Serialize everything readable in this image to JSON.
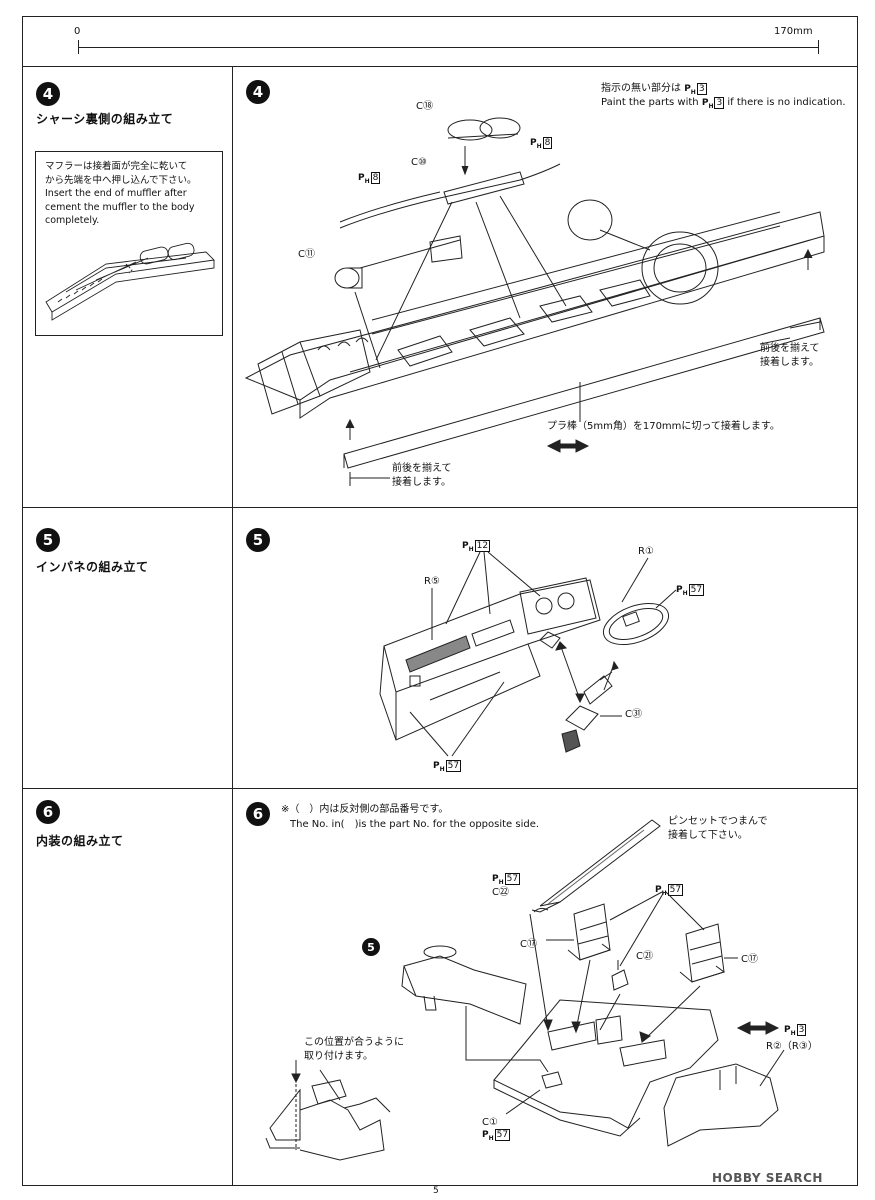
{
  "ruler": {
    "start": "0",
    "end": "170mm"
  },
  "steps": [
    {
      "num": "4",
      "title": "シャーシ裏側の組み立て"
    },
    {
      "num": "5",
      "title": "インパネの組み立て"
    },
    {
      "num": "6",
      "title": "内装の組み立て"
    }
  ],
  "note_box": {
    "jp_line1": "マフラーは接着面が完全に乾いて",
    "jp_line2": "から先端を中へ押し込んで下さい。",
    "en_line1": "Insert the end of muffler after",
    "en_line2": "cement the muffler to the body",
    "en_line3": "completely."
  },
  "step4": {
    "num": "4",
    "instr_jp": "指示の無い部分は",
    "instr_jp_code": "3",
    "instr_en": "Paint the parts with",
    "instr_en_code": "3",
    "instr_en_end": "if there is no indication.",
    "parts": [
      "C⑱",
      "C⑩",
      "C⑪"
    ],
    "codes": [
      "8",
      "8"
    ],
    "align_jp_1a": "前後を揃えて",
    "align_jp_1b": "接着します。",
    "plastic_rod": "プラ棒（5mm角）を170mmに切って接着します。",
    "align_jp_2a": "前後を揃えて",
    "align_jp_2b": "接着します。"
  },
  "step5": {
    "num": "5",
    "parts": [
      "R⑤",
      "R①",
      "C㉛"
    ],
    "codes": [
      "12",
      "57",
      "57"
    ]
  },
  "step6": {
    "num": "6",
    "note_jp": "※（　）内は反対側の部品番号です。",
    "note_en": "The No. in(　)is the part No. for the opposite side.",
    "tweezers_jp_a": "ピンセットでつまんで",
    "tweezers_jp_b": "接着して下さい。",
    "parts": [
      "C㉒",
      "C⑰",
      "C㉑",
      "C⑰",
      "R②（R③）",
      "C①"
    ],
    "codes": [
      "57",
      "57",
      "3",
      "57"
    ],
    "ref_step": "5",
    "position_jp_a": "この位置が合うように",
    "position_jp_b": "取り付けます。"
  },
  "page_number": "5",
  "watermark": "HOBBY SEARCH"
}
